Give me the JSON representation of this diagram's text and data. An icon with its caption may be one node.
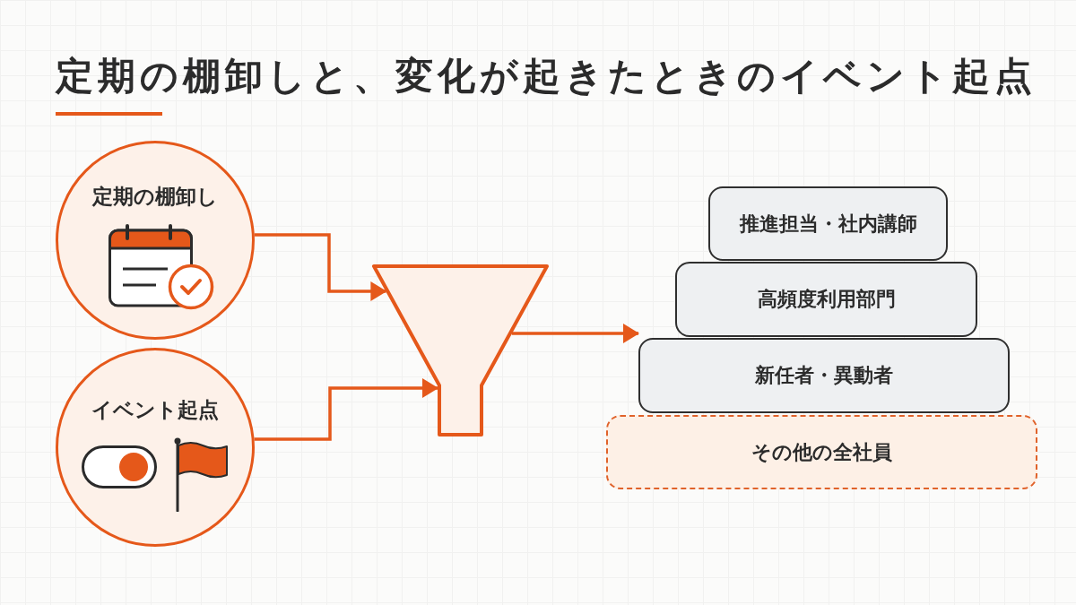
{
  "diagram": {
    "title": "定期の棚卸しと、変化が起きたときのイベント起点",
    "nodes": [
      {
        "text": [
          "定期の棚卸し"
        ]
      },
      {
        "text": [
          "イベント起点"
        ]
      },
      {
        "text": [],
        "shape": "funnel"
      },
      {
        "text": [
          "推進担当・社内講師"
        ]
      },
      {
        "text": [
          "高頻度利用部門"
        ]
      },
      {
        "text": [
          "新任者・異動者"
        ]
      },
      {
        "text": [
          "その他の全社員"
        ]
      }
    ],
    "edges": [
      {
        "from": 0,
        "to": 2,
        "arrow": "to"
      },
      {
        "from": 1,
        "to": 2,
        "arrow": "to"
      },
      {
        "from": 2,
        "to": 5,
        "arrow": "to"
      }
    ]
  }
}
